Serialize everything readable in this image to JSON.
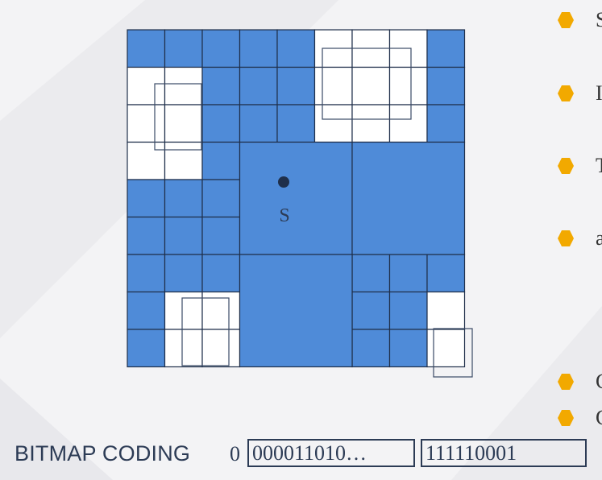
{
  "diagram": {
    "point_label": "S",
    "colors": {
      "filled": "#4f8bd8",
      "empty": "#ffffff",
      "grid_line": "#1f2f4a",
      "bullet": "#f2a900",
      "text": "#2c3b55"
    }
  },
  "bitmap": {
    "label": "BITMAP CODING",
    "prefix": "0",
    "code_1": "000011010…",
    "code_2": "111110001"
  },
  "bullets": [
    {
      "icon": "hexagon-bullet-icon",
      "text": "S"
    },
    {
      "icon": "hexagon-bullet-icon",
      "text": "I"
    },
    {
      "icon": "hexagon-bullet-icon",
      "text": "T"
    },
    {
      "icon": "hexagon-bullet-icon",
      "text": "a"
    },
    {
      "icon": "hexagon-bullet-icon",
      "text": "C"
    },
    {
      "icon": "hexagon-bullet-icon",
      "text": "C"
    }
  ]
}
